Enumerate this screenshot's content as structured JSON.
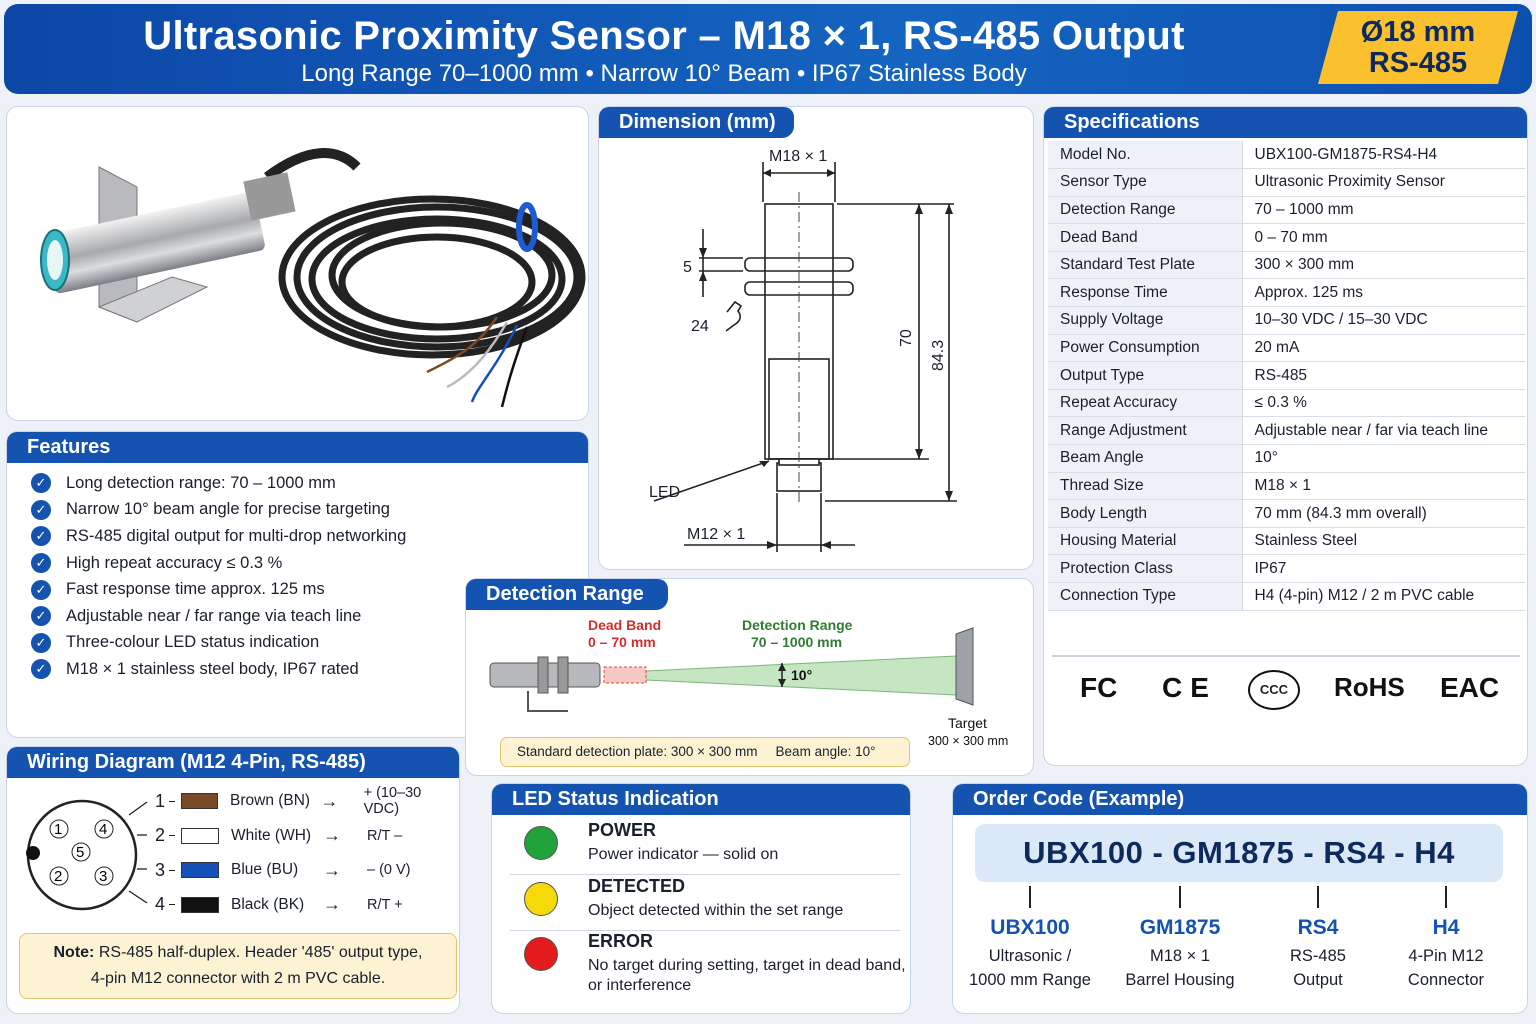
{
  "header": {
    "title": "Ultrasonic Proximity Sensor – M18 × 1, RS-485 Output",
    "subtitle": "Long Range 70–1000 mm  •  Narrow 10° Beam  •  IP67 Stainless Body",
    "badge_line1": "Ø18 mm",
    "badge_line2": "RS-485"
  },
  "dimension": {
    "title": "Dimension (mm)",
    "thread_top": "M18 × 1",
    "nut_height": "5",
    "wrench": "24",
    "body_len": "70",
    "overall_len": "84.3",
    "led": "LED",
    "thread_bottom": "M12 × 1"
  },
  "specs": {
    "title": "Specifications",
    "rows": [
      [
        "Model No.",
        "UBX100-GM1875-RS4-H4"
      ],
      [
        "Sensor Type",
        "Ultrasonic Proximity Sensor"
      ],
      [
        "Detection Range",
        "70 – 1000 mm"
      ],
      [
        "Dead Band",
        "0 – 70 mm"
      ],
      [
        "Standard Test Plate",
        "300 × 300 mm"
      ],
      [
        "Response Time",
        "Approx. 125 ms"
      ],
      [
        "Supply Voltage",
        "10–30 VDC / 15–30 VDC"
      ],
      [
        "Power Consumption",
        "20 mA"
      ],
      [
        "Output Type",
        "RS-485"
      ],
      [
        "Repeat Accuracy",
        "≤ 0.3 %"
      ],
      [
        "Range Adjustment",
        "Adjustable near / far via teach line"
      ],
      [
        "Beam Angle",
        "10°"
      ],
      [
        "Thread Size",
        "M18 × 1"
      ],
      [
        "Body Length",
        "70 mm (84.3 mm overall)"
      ],
      [
        "Housing Material",
        "Stainless Steel"
      ],
      [
        "Protection Class",
        "IP67"
      ],
      [
        "Connection Type",
        "H4  (4-pin) M12 / 2 m PVC cable"
      ]
    ],
    "certs": [
      "FC",
      "CE",
      "CCC",
      "RoHS",
      "EAC"
    ]
  },
  "features": {
    "title": "Features",
    "items": [
      "Long detection range: 70 – 1000 mm",
      "Narrow 10° beam angle for precise targeting",
      "RS-485 digital output for multi-drop networking",
      "High repeat accuracy ≤ 0.3 %",
      "Fast response time approx. 125 ms",
      "Adjustable near / far range via teach line",
      "Three-colour LED status indication",
      "M18 × 1 stainless steel body, IP67 rated"
    ]
  },
  "detection": {
    "title": "Detection Range",
    "dead_label": "Dead Band",
    "dead_range": "0 – 70 mm",
    "range_label": "Detection Range",
    "range_value": "70 – 1000 mm",
    "angle": "10°",
    "target": "Target",
    "target_size": "300 × 300 mm",
    "note1": "Standard detection plate: 300 × 300 mm",
    "note2": "Beam angle: 10°"
  },
  "wiring": {
    "title": "Wiring Diagram (M12 4-Pin, RS-485)",
    "pins": [
      "1",
      "2",
      "3",
      "4",
      "5"
    ],
    "rows": [
      {
        "num": "1",
        "color": "#7a4a26",
        "name": "Brown (BN)",
        "arrow": "→",
        "signal": "+ (10–30 VDC)"
      },
      {
        "num": "2",
        "color": "#ffffff",
        "name": "White (WH)",
        "arrow": "→",
        "signal": "R/T –"
      },
      {
        "num": "3",
        "color": "#1450b8",
        "name": "Blue (BU)",
        "arrow": "→",
        "signal": "– (0 V)"
      },
      {
        "num": "4",
        "color": "#111111",
        "name": "Black (BK)",
        "arrow": "→",
        "signal": "R/T +"
      }
    ],
    "note_bold": "Note:",
    "note_text": " RS-485 half-duplex. Header '485' output type,",
    "note_text2": "4-pin M12 connector with 2 m PVC cable."
  },
  "led": {
    "title": "LED Status Indication",
    "rows": [
      {
        "color": "#1fa33a",
        "name": "POWER",
        "desc": "Power indicator — solid on"
      },
      {
        "color": "#f5d90a",
        "name": "DETECTED",
        "desc": "Object detected within the set range"
      },
      {
        "color": "#e31b1b",
        "name": "ERROR",
        "desc": "No target during setting, target in dead band, or interference"
      }
    ]
  },
  "order": {
    "title": "Order Code (Example)",
    "code": "UBX100 - GM1875 - RS4 - H4",
    "parts": [
      {
        "code": "UBX100",
        "d1": "Ultrasonic /",
        "d2": "1000 mm Range"
      },
      {
        "code": "GM1875",
        "d1": "M18 × 1",
        "d2": "Barrel Housing"
      },
      {
        "code": "RS4",
        "d1": "RS-485",
        "d2": "Output"
      },
      {
        "code": "H4",
        "d1": "4-Pin M12",
        "d2": "Connector"
      }
    ]
  }
}
